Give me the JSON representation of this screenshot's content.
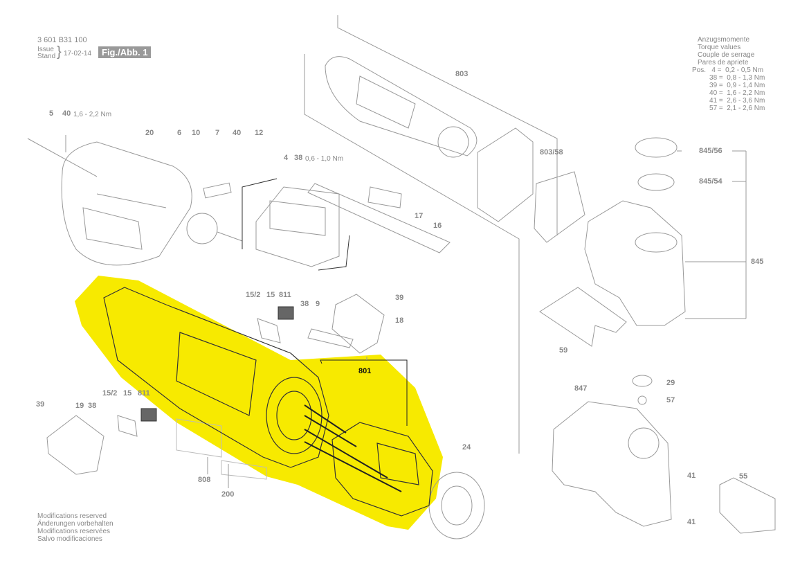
{
  "header": {
    "part_number": "3 601 B31 100",
    "issue_label_1": "Issue",
    "issue_label_2": "Stand",
    "issue_date": "17-02-14",
    "fig_label": "Fig./Abb. 1"
  },
  "torque_table": {
    "title_lines": [
      "Anzugsmomente",
      "Torque values",
      "Couple de serrage",
      "Pares de apriete"
    ],
    "rows": [
      "Pos.   4 =  0,2 - 0,5 Nm",
      "         38 =  0,8 - 1,3 Nm",
      "         39 =  0,9 - 1,4 Nm",
      "         40 =  1,6 - 2,2 Nm",
      "         41 =  2,6 - 3,6 Nm",
      "         57 =  2,1 - 2,6 Nm"
    ]
  },
  "footer_lines": [
    "Modifications reserved",
    "Änderungen vorbehalten",
    "Modifications reservées",
    "Salvo modificaciones"
  ],
  "part_labels": {
    "p5": "5",
    "p40a": "40",
    "t40a": "1,6 - 2,2 Nm",
    "p20": "20",
    "p6": "6",
    "p10": "10",
    "p7": "7",
    "p40b": "40",
    "p12": "12",
    "p4": "4",
    "p38a": "38",
    "t38a": "0,6 - 1,0 Nm",
    "p17": "17",
    "p16": "16",
    "p803": "803",
    "p803_58": "803/58",
    "p845_56": "845/56",
    "p845_54": "845/54",
    "p845": "845",
    "p15_2a": "15/2",
    "p15a": "15",
    "p811a": "811",
    "p38b": "38",
    "p9": "9",
    "p39a": "39",
    "p18": "18",
    "p59": "59",
    "p801": "801",
    "p29": "29",
    "p57": "57",
    "p847": "847",
    "p39b": "39",
    "p19": "19",
    "p38c": "38",
    "p15_2b": "15/2",
    "p15b": "15",
    "p811b": "811",
    "p24": "24",
    "p808": "808",
    "p200": "200",
    "p41a": "41",
    "p41b": "41",
    "p55": "55"
  },
  "colors": {
    "highlight": "#f7ea00",
    "line": "#999999",
    "dark": "#222222"
  }
}
